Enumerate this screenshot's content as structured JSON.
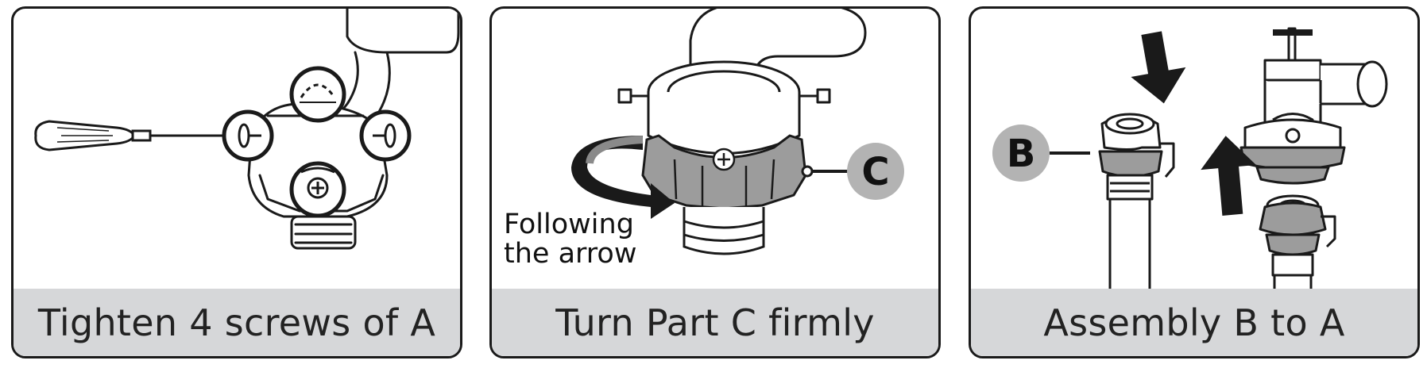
{
  "panels": [
    {
      "caption": "Tighten 4 screws of A"
    },
    {
      "caption": "Turn Part C firmly",
      "callout": "C",
      "note_line1": "Following",
      "note_line2": "the arrow"
    },
    {
      "caption": "Assembly B to A",
      "callout": "B"
    }
  ],
  "colors": {
    "caption_bg": "#d6d7d9",
    "callout_bg": "#b3b3b3",
    "line": "#1a1a1a",
    "part_gray": "#9c9c9c"
  }
}
